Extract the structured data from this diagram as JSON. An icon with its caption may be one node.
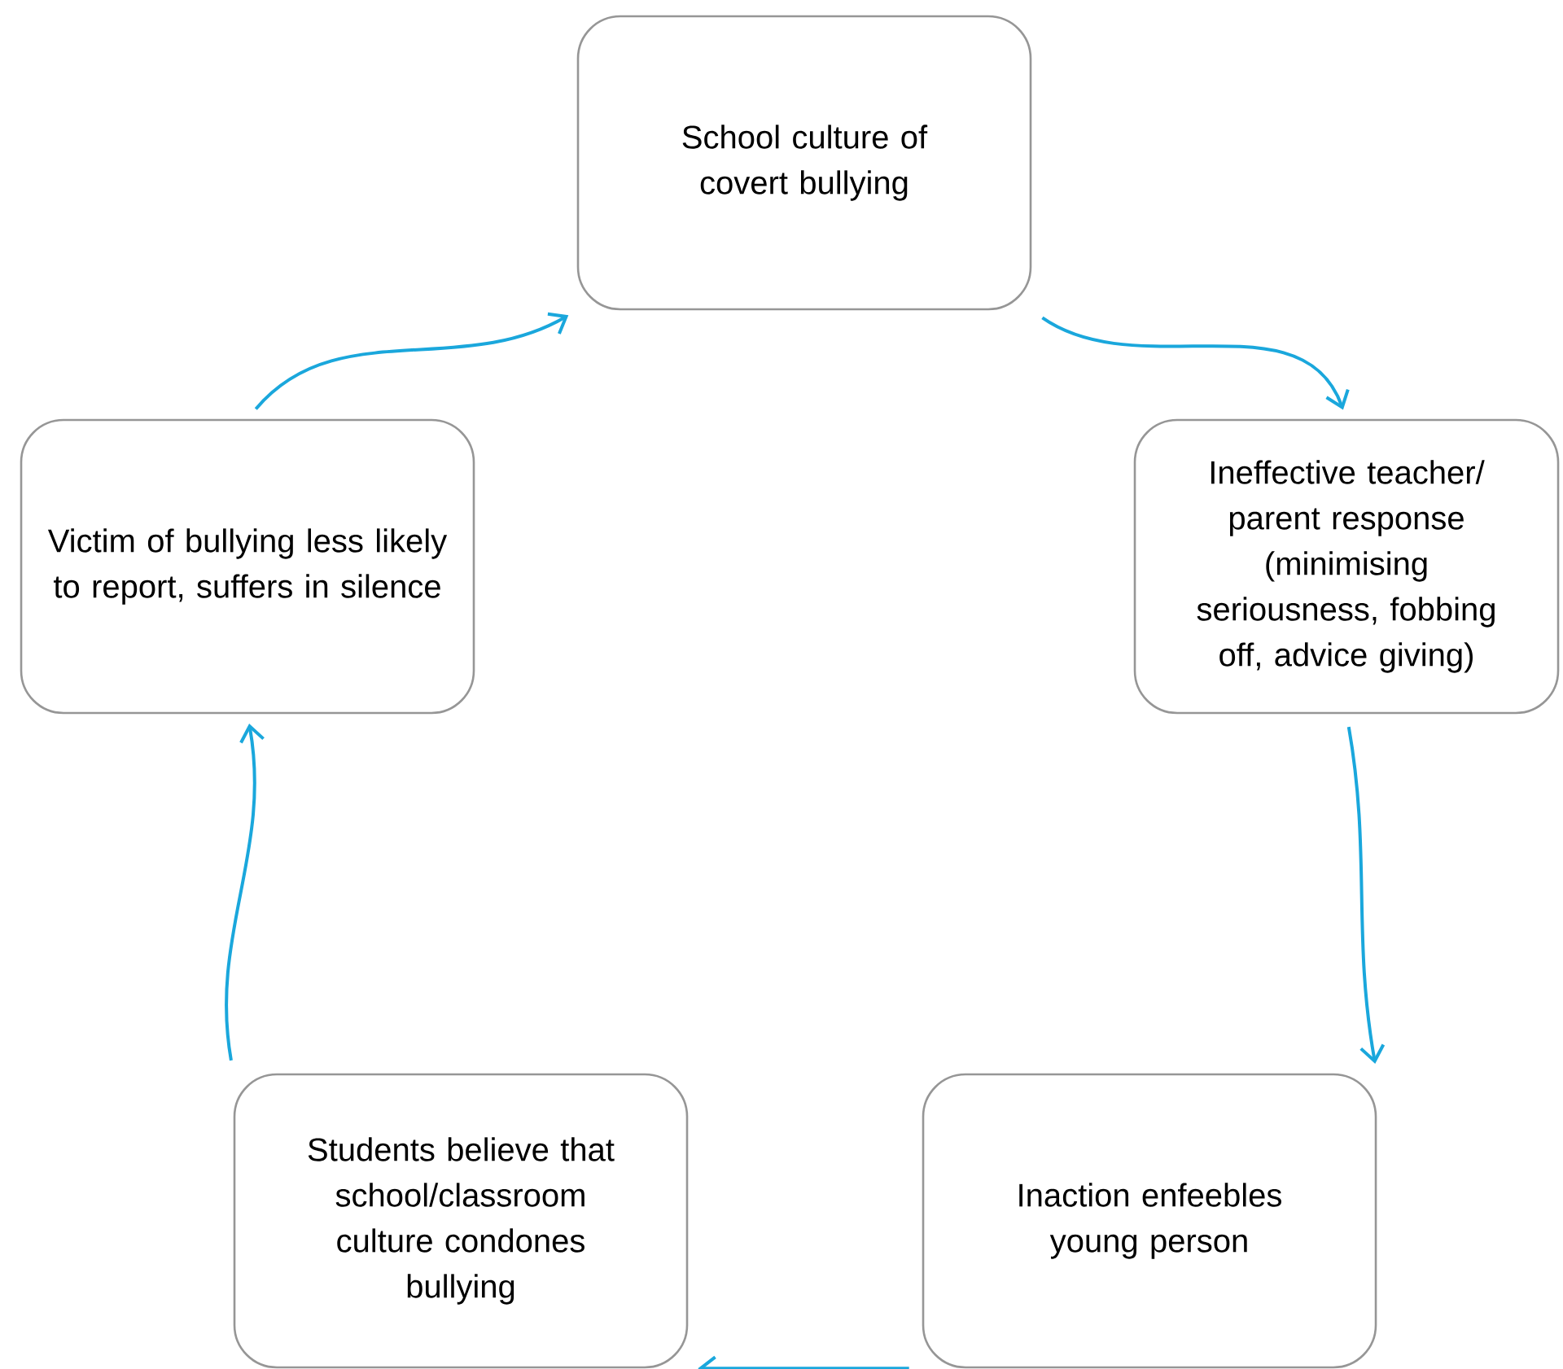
{
  "diagram": {
    "nodes": [
      {
        "text": [
          "School culture of covert bullying"
        ]
      },
      {
        "text": [
          "Ineffective teacher/ parent response (minimising seriousness, fobbing off, advice giving)"
        ]
      },
      {
        "text": [
          "Inaction enfeebles young person"
        ]
      },
      {
        "text": [
          "Students believe that school/classroom culture condones bullying"
        ]
      },
      {
        "text": [
          "Victim of bullying less likely to report, suffers in silence"
        ]
      }
    ],
    "edges": [
      {
        "from": 0,
        "to": 1,
        "arrow": "to"
      },
      {
        "from": 1,
        "to": 2,
        "arrow": "to"
      },
      {
        "from": 2,
        "to": 3,
        "arrow": "to"
      },
      {
        "from": 3,
        "to": 4,
        "arrow": "to"
      },
      {
        "from": 4,
        "to": 0,
        "arrow": "to"
      }
    ]
  }
}
